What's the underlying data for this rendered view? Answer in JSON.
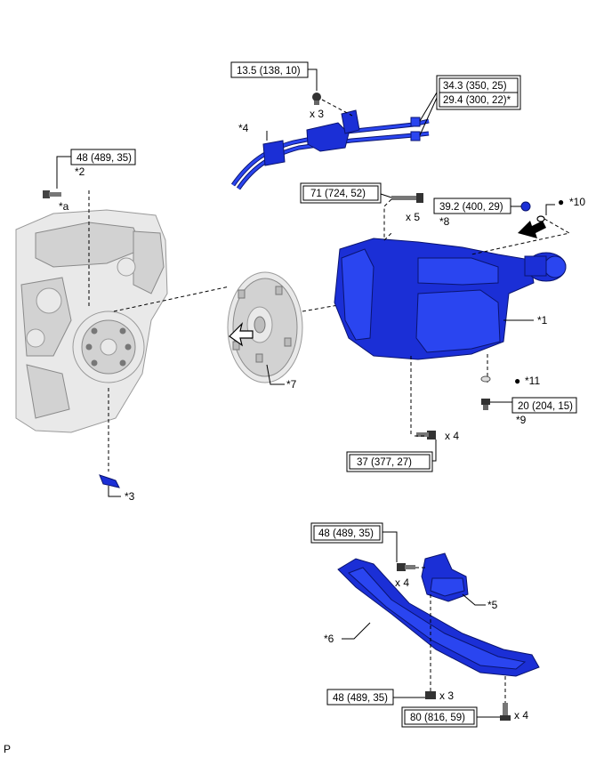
{
  "callouts": {
    "c1": "*1",
    "c2": "*2",
    "c3": "*3",
    "c4": "*4",
    "c5": "*5",
    "c6": "*6",
    "c7": "*7",
    "c8": "*8",
    "c9": "*9",
    "c10": "*10",
    "c11": "*11",
    "ca": "*a"
  },
  "torques": {
    "t_13_5": "13.5 (138, 10)",
    "t_34_3": "34.3 (350, 25)",
    "t_29_4": "29.4 (300, 22)*",
    "t_48_top": "48 (489, 35)",
    "t_71": "71 (724, 52)",
    "t_39_2": "39.2 (400, 29)",
    "t_20": "20 (204, 15)",
    "t_37": "37 (377, 27)",
    "t_48_mid": "48 (489, 35)",
    "t_48_bot": "48 (489, 35)",
    "t_80": "80 (816, 59)"
  },
  "quantities": {
    "q_x3_top": "x 3",
    "q_x5": "x 5",
    "q_x4_trans": "x 4",
    "q_x4_mount": "x 4",
    "q_x3_bot": "x 3",
    "q_x4_bot": "x 4"
  },
  "symbols": {
    "dot": "●"
  },
  "corner_mark": "P",
  "colors": {
    "part_blue": "#1b2fd6",
    "engine_grey": "#e9e9e9"
  }
}
